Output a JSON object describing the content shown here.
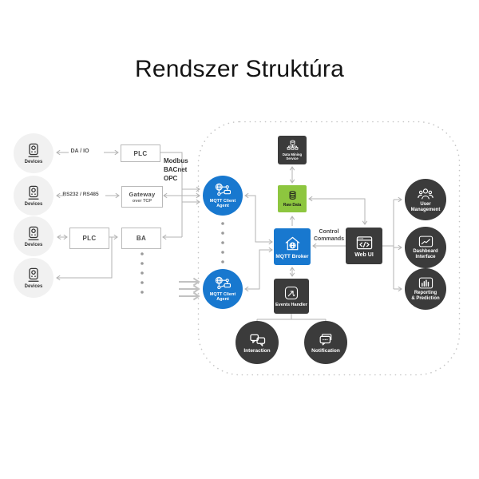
{
  "title": "Rendszer Struktúra",
  "left": {
    "devices_label": "Devices",
    "row1_protocol": "DA / IO",
    "row2_protocol": "RS232 / RS485",
    "plc_top": "PLC",
    "gateway_name": "Gateway",
    "gateway_sub": "over TCP",
    "plc_mid": "PLC",
    "ba": "BA",
    "protocol_stack": "Modbus\nBACnet\nOPC"
  },
  "cloud": {
    "mqtt_client_agent": "MQTT Client\nAgent",
    "data_mining_service": "Data Mining\nService",
    "raw_data": "Raw Data",
    "mqtt_broker": "MQTT Broker",
    "web_ui": "Web UI",
    "control_commands": "Control\nCommands",
    "events_handler": "Events Handler",
    "interaction": "Interaction",
    "notification": "Notification",
    "user_management": "User\nManagement",
    "dashboard_interface": "Dashboard\nInterface",
    "reporting_prediction": "Reporting\n& Prediction"
  },
  "colors": {
    "accent_blue": "#1878cf",
    "accent_green": "#8dc63f",
    "node_dark": "#3b3b3b",
    "wire_gray": "#b3b3b3"
  }
}
